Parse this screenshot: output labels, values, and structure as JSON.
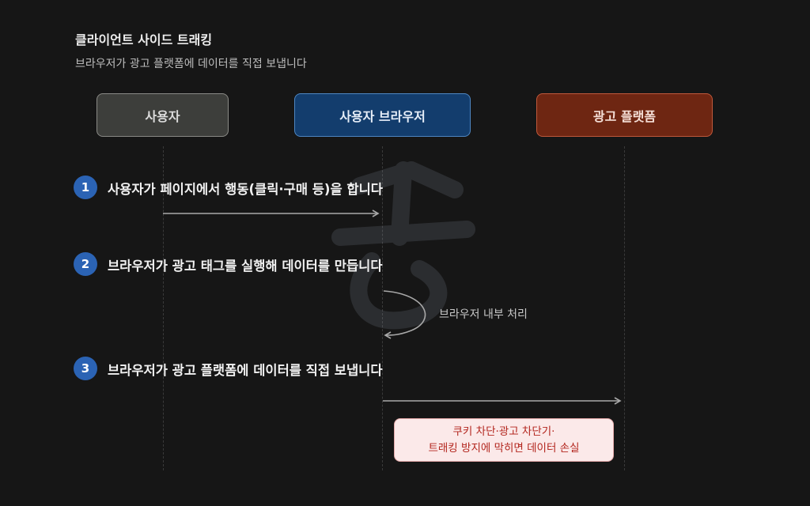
{
  "header": {
    "title": "클라이언트 사이드 트래킹",
    "subtitle": "브라우저가 광고 플랫폼에 데이터를 직접 보냅니다"
  },
  "actors": [
    {
      "label": "사용자"
    },
    {
      "label": "사용자 브라우저"
    },
    {
      "label": "광고 플랫폼"
    }
  ],
  "steps": [
    {
      "number": "1",
      "text": "사용자가 페이지에서 행동(클릭·구매 등)을 합니다"
    },
    {
      "number": "2",
      "text": "브라우저가 광고 태그를 실행해 데이터를 만듭니다"
    },
    {
      "number": "3",
      "text": "브라우저가 광고 플랫폼에 데이터를 직접 보냅니다"
    }
  ],
  "self_loop_note": "브라우저 내부 처리",
  "warning": {
    "line1": "쿠키 차단·광고 차단기·",
    "line2": "트래킹 방지에 막히면 데이터 손실"
  },
  "colors": {
    "background": "#161616",
    "step_badge": "#2b63b4",
    "user": "#3d3e3b",
    "browser": "#133d6d",
    "platform": "#6e2612",
    "warning_text": "#b3261e",
    "warning_bg": "#fbe9e9",
    "arrow": "#a8a8a8"
  }
}
